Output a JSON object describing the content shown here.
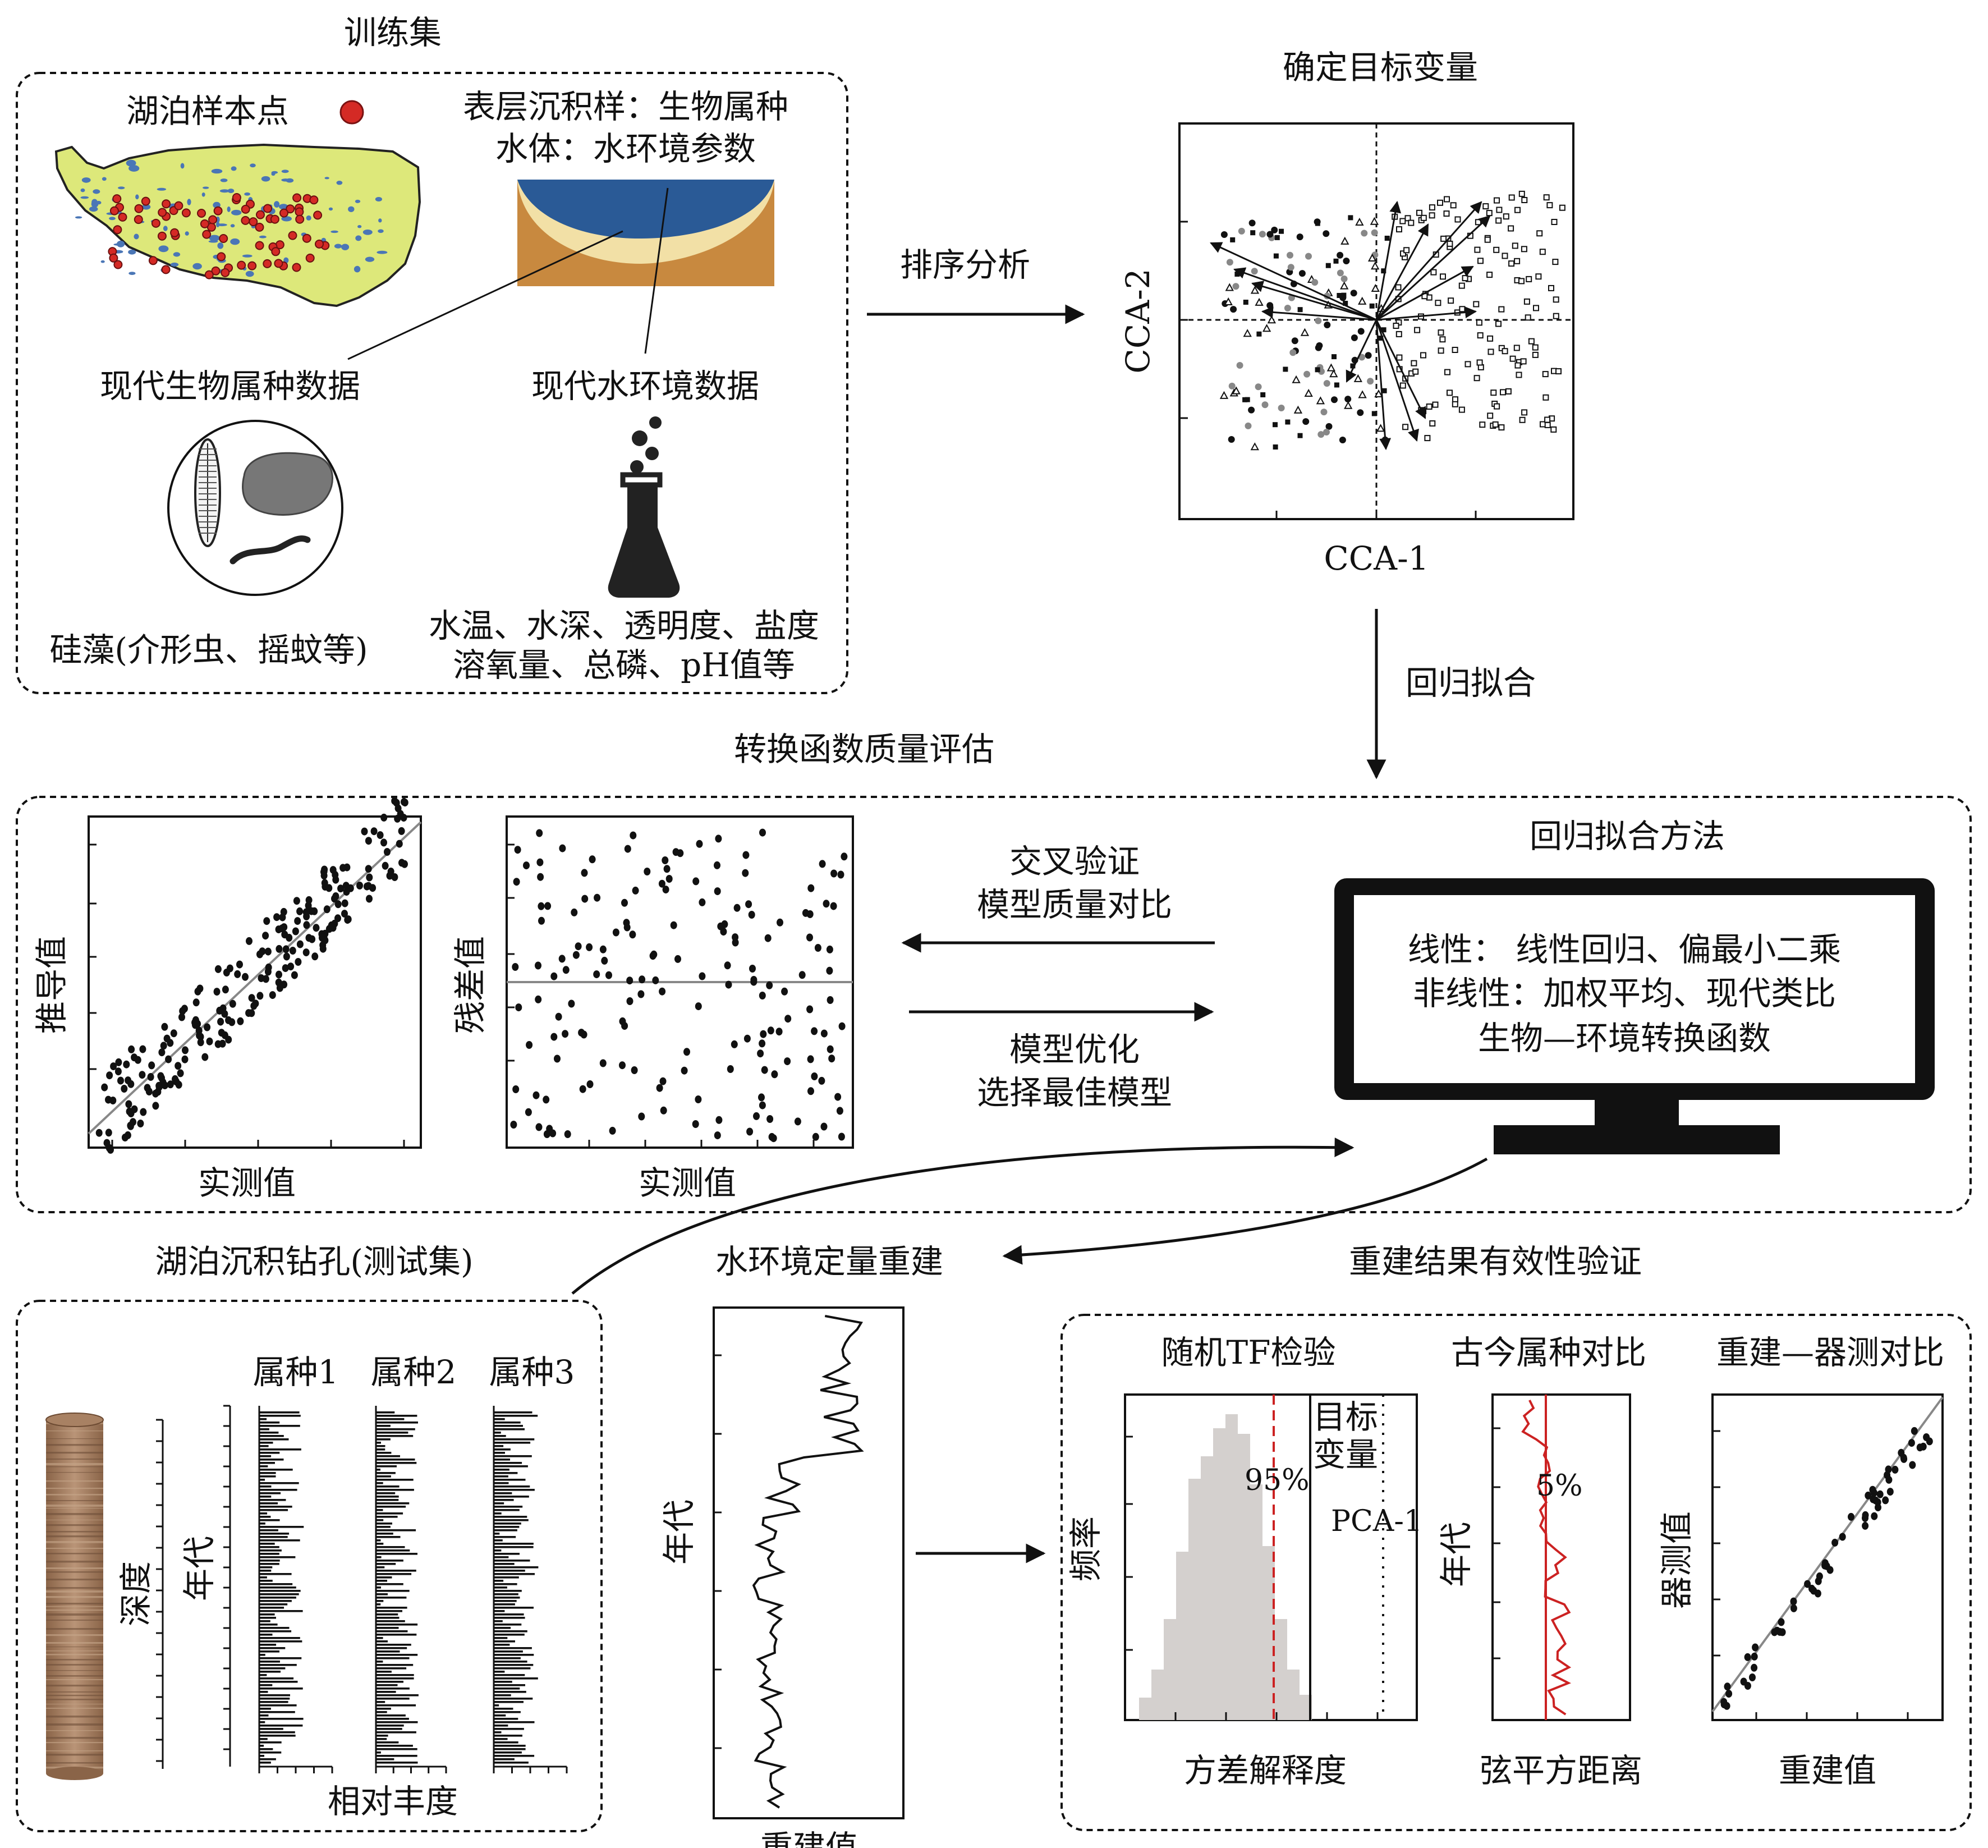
{
  "training": {
    "title": "训练集",
    "lake_sites": "湖泊样本点",
    "surface_sediment": "表层沉积样：生物属种",
    "water_body": "水体：水环境参数",
    "modern_bio": "现代生物属种数据",
    "modern_env": "现代水环境数据",
    "organisms": "硅藻(介形虫、摇蚊等)",
    "params_line1": "水温、水深、透明度、盐度",
    "params_line2": "溶氧量、总磷、pH值等"
  },
  "ordination": {
    "arrow_label": "排序分析",
    "title": "确定目标变量",
    "xlabel": "CCA-1",
    "ylabel": "CCA-2"
  },
  "regression": {
    "arrow_label": "回归拟合",
    "section_title": "转换函数质量评估",
    "method_title": "回归拟合方法",
    "linear": "线性： 线性回归、偏最小二乘",
    "nonlinear": "非线性：加权平均、现代类比",
    "transfer": "生物—环境转换函数",
    "crossval_1": "交叉验证",
    "crossval_2": "模型质量对比",
    "optimize_1": "模型优化",
    "optimize_2": "选择最佳模型",
    "plot1_ylabel": "推导值",
    "plot1_xlabel": "实测值",
    "plot2_ylabel": "残差值",
    "plot2_xlabel": "实测值"
  },
  "core": {
    "title": "湖泊沉积钻孔(测试集)",
    "depth": "深度",
    "age": "年代",
    "taxon1": "属种1",
    "taxon2": "属种2",
    "taxon3": "属种3",
    "abundance": "相对丰度"
  },
  "reconstruction": {
    "title": "水环境定量重建",
    "ylabel": "年代",
    "xlabel": "重建值"
  },
  "validation": {
    "title": "重建结果有效性验证",
    "random_tf": "随机TF检验",
    "target_1": "目标",
    "target_2": "变量",
    "pct95": "95%",
    "pca1": "PCA-1",
    "freq": "频率",
    "variance": "方差解释度",
    "compare_taxa": "古今属种对比",
    "age": "年代",
    "pct5": "5%",
    "chord": "弦平方距离",
    "recon_vs_instr": "重建—器测对比",
    "instrument": "器测值",
    "recon_value": "重建值"
  },
  "colors": {
    "plateau": "#dde87a",
    "lake_blue": "#4a76b6",
    "site_red": "#d42a25",
    "water": "#2a5a96",
    "sand": "#f2e0a6",
    "earth": "#c8893f",
    "hist_gray": "#d4d0ce",
    "red_line": "#cc2222"
  }
}
